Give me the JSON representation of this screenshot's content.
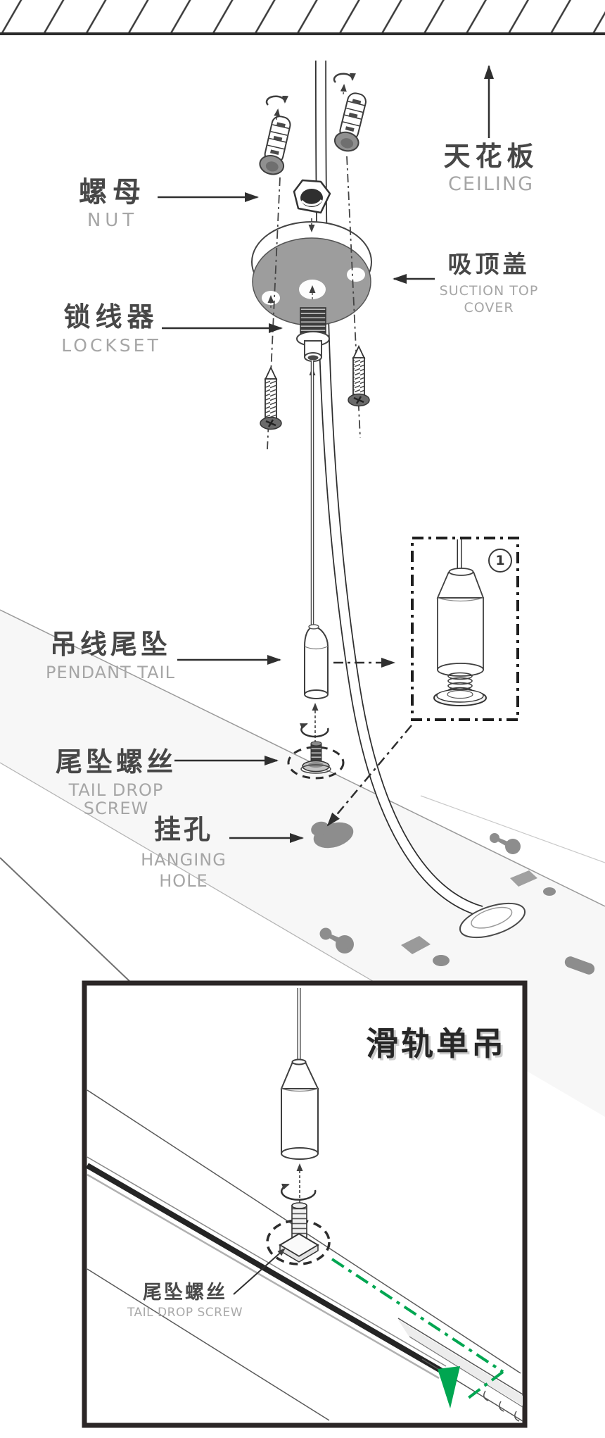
{
  "figure": {
    "ceiling": {
      "zh": "天花板",
      "en": "CEILING"
    },
    "nut": {
      "zh": "螺母",
      "en": "NUT"
    },
    "lockset": {
      "zh": "锁线器",
      "en": "LOCKSET"
    },
    "suction_top_cover": {
      "zh": "吸顶盖",
      "en_line1": "SUCTION TOP",
      "en_line2": "COVER"
    },
    "pendant_tail": {
      "zh": "吊线尾坠",
      "en": "PENDANT TAIL"
    },
    "tail_drop_screw": {
      "zh": "尾坠螺丝",
      "en": "TAIL DROP SCREW"
    },
    "hanging_hole": {
      "zh": "挂孔",
      "en_line1": "HANGING",
      "en_line2": "HOLE"
    },
    "detail_callout_number": "1"
  },
  "bottom_box": {
    "title": "滑轨单吊",
    "tail_drop_screw": {
      "zh": "尾坠螺丝",
      "en": "TAIL DROP SCREW"
    }
  },
  "colors": {
    "accent_green": "#00a651",
    "label_dark": "#474747",
    "label_light": "#a6a6a6",
    "line_dark": "#2f2f2f"
  }
}
